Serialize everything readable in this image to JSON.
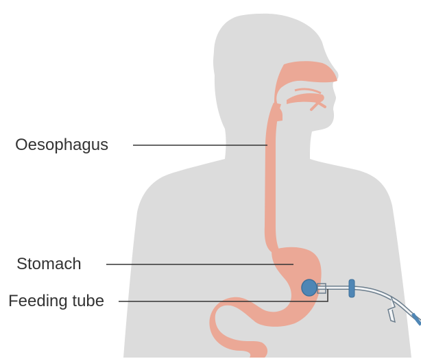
{
  "labels": {
    "oesophagus": "Oesophagus",
    "stomach": "Stomach",
    "feeding_tube": "Feeding tube"
  },
  "colors": {
    "body_silhouette": "#dcdcdc",
    "organs": "#eba896",
    "organ_outline": "#e49b86",
    "tube_balloon": "#4f86b5",
    "tube_stroke": "#6b7d8c",
    "leader_line": "#333333"
  }
}
